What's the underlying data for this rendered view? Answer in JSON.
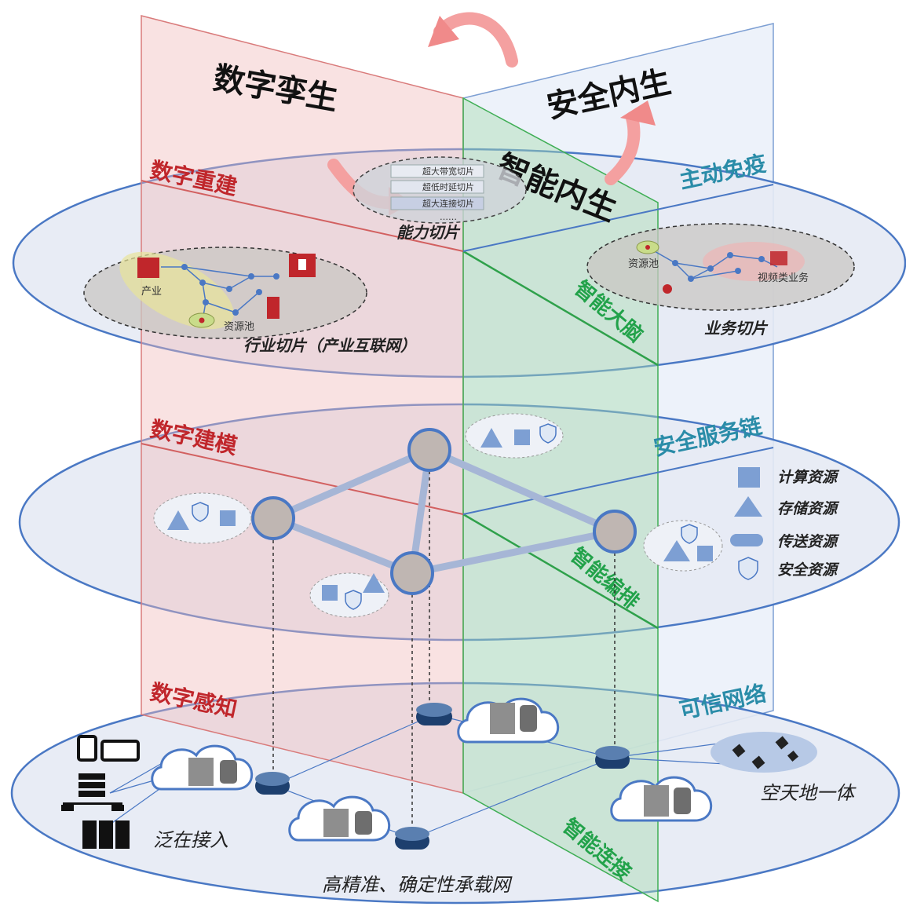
{
  "titles": {
    "digital_twin": "数字孪生",
    "security_native": "安全内生",
    "intelligence_native": "智能内生"
  },
  "layers": {
    "top": {
      "left_label": "数字重建",
      "right_label": "主动免疫",
      "green_label": "智能大脑",
      "capability_slice": "能力切片",
      "slice_items": [
        "超大带宽切片",
        "超低时延切片",
        "超大连接切片",
        "……"
      ],
      "industry_slice": "行业切片（产业互联网）",
      "industry_nodes": {
        "industry": "产业",
        "resource_pool": "资源池"
      },
      "service_slice": "业务切片",
      "service_nodes": {
        "resource_pool": "资源池",
        "video": "视频类业务"
      }
    },
    "middle": {
      "left_label": "数字建模",
      "right_label": "安全服务链",
      "green_label": "智能编排",
      "legend": [
        {
          "icon": "square-icon",
          "label": "计算资源"
        },
        {
          "icon": "triangle-icon",
          "label": "存储资源"
        },
        {
          "icon": "cylinder-icon",
          "label": "传送资源"
        },
        {
          "icon": "shield-icon",
          "label": "安全资源"
        }
      ]
    },
    "bottom": {
      "left_label": "数字感知",
      "right_label": "可信网络",
      "green_label": "智能连接",
      "ubiquitous_access": "泛在接入",
      "space_air_ground": "空天地一体",
      "bearer_network": "高精准、确定性承载网"
    }
  },
  "colors": {
    "red_plane": "#f3c9c9",
    "green_plane": "#bfe6c4",
    "blue_plane": "#dbe4f3",
    "ellipse_fill": "#e4e8f3",
    "ellipse_stroke": "#4a78c4",
    "node": "#bfb6b2",
    "node_stroke": "#4a78c4",
    "label_red": "#c0262b",
    "label_teal": "#2a8ca8",
    "label_green": "#22a24a"
  }
}
